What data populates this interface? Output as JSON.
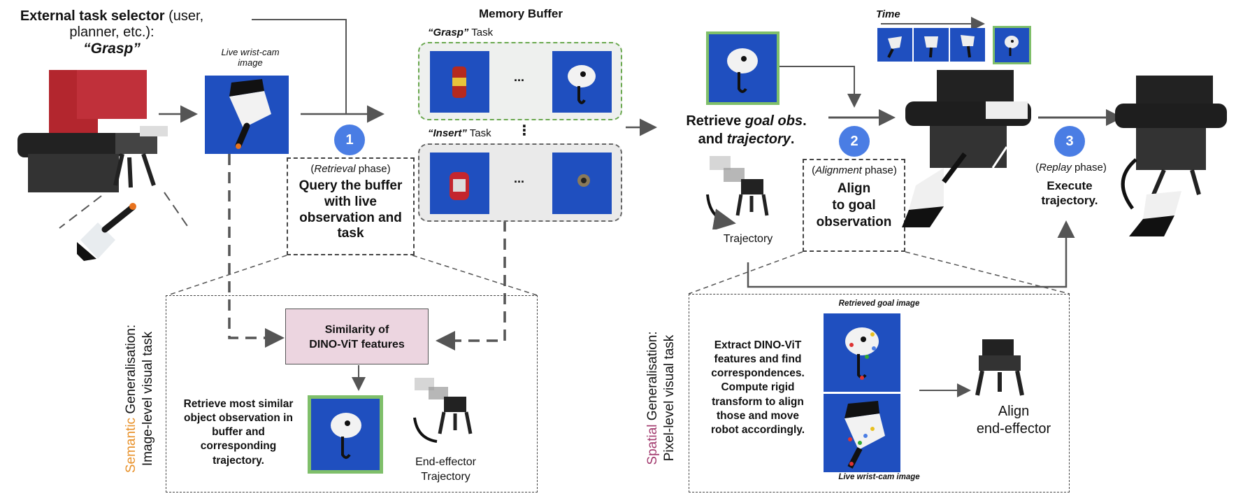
{
  "header": {
    "task_selector_bold": "External task selector",
    "task_selector_rest1": " (user,",
    "task_selector_rest2": "planner, etc.):",
    "task_name": "“Grasp”"
  },
  "wrist_cam": {
    "label_line1": "Live wrist-cam",
    "label_line2": "image"
  },
  "memory_buffer": {
    "title": "Memory Buffer",
    "grasp_task_name": "“Grasp”",
    "insert_task_name": "“Insert”",
    "task_suffix": " Task",
    "ellipsis": "...",
    "vertical_ellipsis": "⋮"
  },
  "phases": {
    "retrieval": {
      "number": "1",
      "paren_open": "(",
      "name": "Retrieval",
      "paren_close": " phase)",
      "line1": "Query the buffer",
      "line2": "with live",
      "line3": "observation and",
      "line4": "task"
    },
    "alignment": {
      "number": "2",
      "paren_open": "(",
      "name": "Alignment",
      "paren_close": " phase)",
      "line1": "Align",
      "line2": "to goal",
      "line3": "observation"
    },
    "replay": {
      "number": "3",
      "paren_open": "(",
      "name": "Replay",
      "paren_close": " phase)",
      "line1": "Execute",
      "line2": "trajectory."
    }
  },
  "retrieve_goal": {
    "part1": "Retrieve ",
    "part2": "goal obs",
    "part3": ".",
    "part4": "and ",
    "part5": "trajectory",
    "part6": ".",
    "trajectory_label": "Trajectory"
  },
  "time_label": "Time",
  "semantic_panel": {
    "side_colored": "Semantic",
    "side_rest": " Generalisation:",
    "side_line2": "Image-level visual task",
    "similarity_line1": "Similarity of",
    "similarity_line2": "DINO-ViT features",
    "retrieve_line1": "Retrieve  most similar",
    "retrieve_line2": "object observation in",
    "retrieve_line3": "buffer and",
    "retrieve_line4": "corresponding",
    "retrieve_line5": "trajectory.",
    "ee_line1": "End-effector",
    "ee_line2": "Trajectory"
  },
  "spatial_panel": {
    "side_colored": "Spatial",
    "side_rest": " Generalisation:",
    "side_line2": "Pixel-level visual task",
    "extract_line1": "Extract DINO-ViT",
    "extract_line2": "features and find",
    "extract_line3": "correspondences.",
    "extract_line4": "Compute rigid",
    "extract_line5": "transform to align",
    "extract_line6": "those and move",
    "extract_line7": "robot accordingly.",
    "retrieved_goal_caption": "Retrieved goal image",
    "live_caption": "Live wrist-cam image",
    "align_line1": "Align",
    "align_line2": "end-effector"
  },
  "colors": {
    "phase_circle": "#4a7de4",
    "semantic": "#e8912a",
    "spatial": "#a23a6e",
    "grasp_border": "#6aa84f",
    "goal_border": "#7fbf6a",
    "similarity_fill": "#ecd5e0",
    "photo_blue": "#1f4fbf"
  }
}
